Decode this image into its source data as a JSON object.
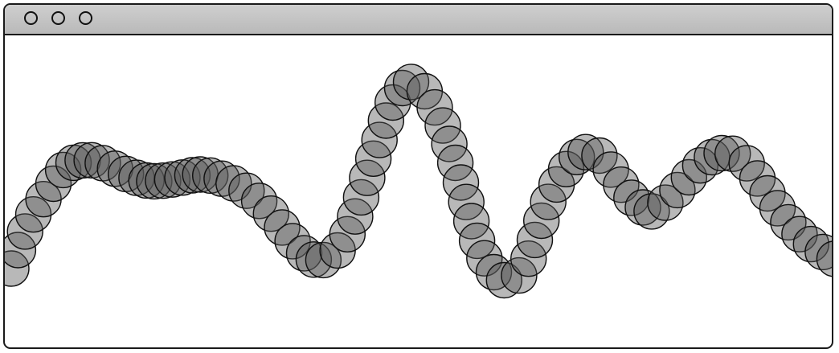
{
  "window": {
    "controls": [
      {
        "name": "close",
        "icon": "circle-outline-icon"
      },
      {
        "name": "minimize",
        "icon": "circle-outline-icon"
      },
      {
        "name": "maximize",
        "icon": "circle-outline-icon"
      }
    ]
  },
  "sketch": {
    "shape": "circle",
    "fill_color": "#555555",
    "fill_opacity": 0.42,
    "stroke_color": "#111111"
  }
}
